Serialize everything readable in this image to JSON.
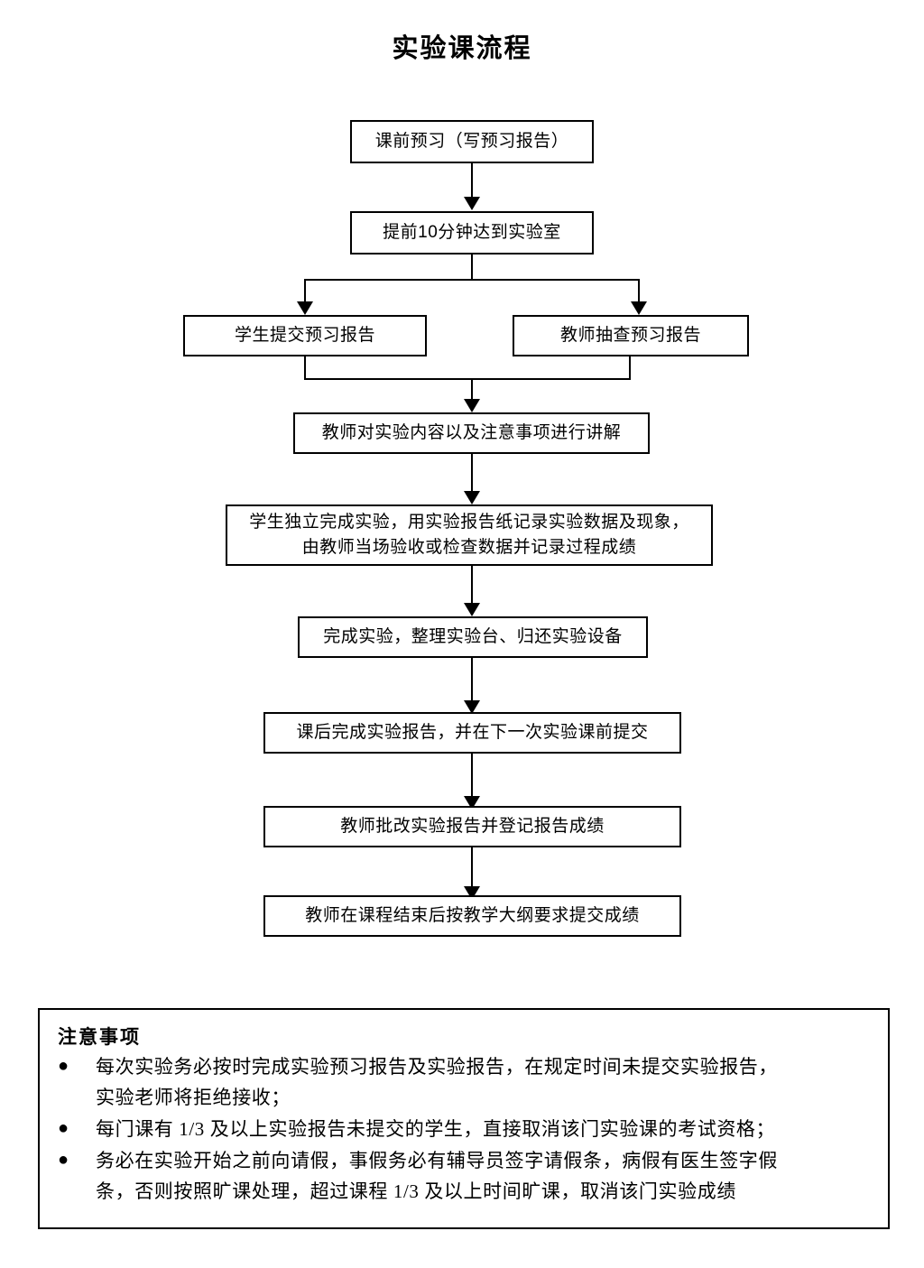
{
  "page": {
    "title": "实验课流程"
  },
  "flowchart": {
    "nodes": [
      {
        "id": "n1",
        "label": "课前预习（写预习报告）"
      },
      {
        "id": "n2",
        "label": "提前10分钟达到实验室"
      },
      {
        "id": "n3",
        "label": "学生提交预习报告"
      },
      {
        "id": "n4",
        "label": "教师抽查预习报告"
      },
      {
        "id": "n5",
        "label": "教师对实验内容以及注意事项进行讲解"
      },
      {
        "id": "n6",
        "label": "学生独立完成实验，用实验报告纸记录实验数据及现象，\n由教师当场验收或检查数据并记录过程成绩"
      },
      {
        "id": "n7",
        "label": "完成实验，整理实验台、归还实验设备"
      },
      {
        "id": "n8",
        "label": "课后完成实验报告，并在下一次实验课前提交"
      },
      {
        "id": "n9",
        "label": "教师批改实验报告并登记报告成绩"
      },
      {
        "id": "n10",
        "label": "教师在课程结束后按教学大纲要求提交成绩"
      }
    ]
  },
  "notes": {
    "title": "注意事项",
    "bullet_glyph": "●",
    "items": [
      "每次实验务必按时完成实验预习报告及实验报告，在规定时间未提交实验报告，\n实验老师将拒绝接收；",
      "每门课有 1/3 及以上实验报告未提交的学生，直接取消该门实验课的考试资格；",
      "务必在实验开始之前向请假，事假务必有辅导员签字请假条，病假有医生签字假\n条，否则按照旷课处理，超过课程 1/3 及以上时间旷课，取消该门实验成绩"
    ]
  },
  "colors": {
    "ink": "#000000",
    "paper": "#ffffff"
  }
}
